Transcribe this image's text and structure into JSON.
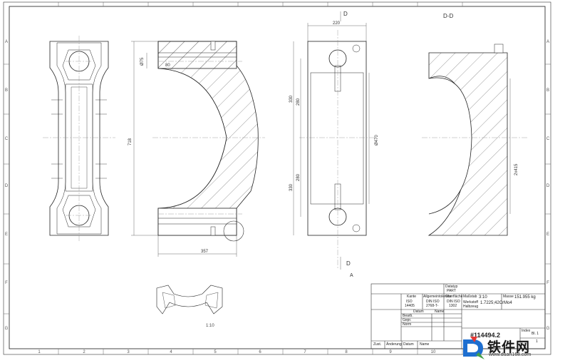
{
  "section": {
    "label": "D-D",
    "marker": "D",
    "arrow": "A"
  },
  "dims": {
    "d220": "220",
    "d75": "Ø75",
    "d80": "80",
    "d718": "718",
    "d330a": "330",
    "d280a": "280",
    "d330b": "330",
    "d280b": "280",
    "d470": "Ø470",
    "d357": "357",
    "r415": "2x415"
  },
  "scale_note": "1:10",
  "border": {
    "cols": [
      "1",
      "2",
      "3",
      "4",
      "5",
      "6",
      "7",
      "8",
      "9",
      "10"
    ],
    "rows": [
      "A",
      "B",
      "C",
      "D",
      "E",
      "F",
      "G"
    ]
  },
  "title_block": {
    "datatyp": "Datatyp",
    "part": "PART",
    "masse_label": "Masse",
    "masse_value": "151.955 kg",
    "massstab_label": "Maßstab",
    "massstab_value": "3:10",
    "werkstoff_label": "Werkstoff",
    "werkstoff_value": "1.7225;42CrMo4",
    "halbzeug": "Halbzeug",
    "kante": "Kante",
    "iso": "ISO",
    "iso_no": "14405",
    "allgemein": "Allgemeintoleranz",
    "din1": "DIN ISO",
    "din1_no": "2768-T-",
    "oberfl": "Oberfläche",
    "din2": "DIN ISO",
    "din2_no": "1302",
    "datum": "Datum",
    "name": "Name",
    "bearb": "Bearb.",
    "gepr": "Gepr.",
    "norm": "Norm",
    "zust": "Zust.",
    "aend": "Änderung",
    "datum2": "Datum",
    "name2": "Name",
    "drawing_no": "#114494.2",
    "index_label": "Index",
    "blatt_label": "Bl. 1",
    "blatt_count": "1"
  },
  "watermark": {
    "name": "铁件网",
    "url": "www.duan168.com"
  }
}
